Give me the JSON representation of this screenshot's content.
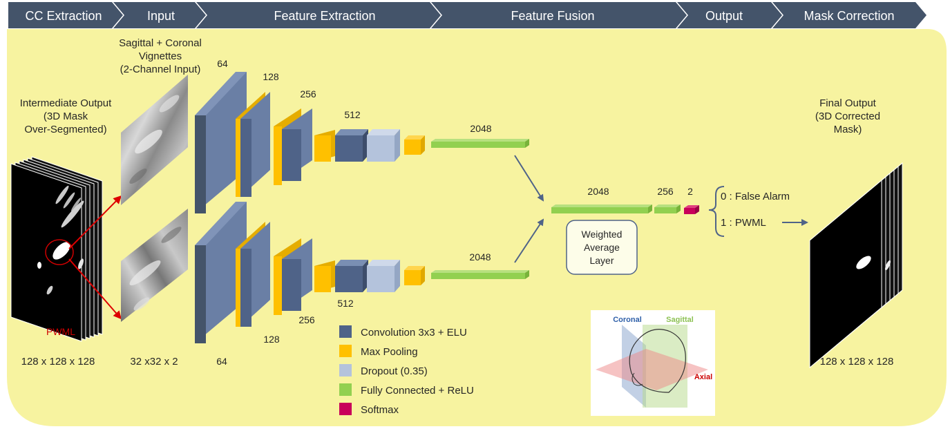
{
  "stages": [
    "CC Extraction",
    "Input",
    "Feature Extraction",
    "Feature Fusion",
    "Output",
    "Mask Correction"
  ],
  "labels": {
    "intermediate_output": [
      "Intermediate Output",
      "(3D Mask",
      "Over-Segmented)"
    ],
    "input_vignettes": [
      "Sagittal + Coronal",
      "Vignettes",
      "(2-Channel Input)"
    ],
    "pwml_marker": "PWML",
    "size_input_volume": "128 x 128 x 128",
    "size_vignette": "32 x32 x 2",
    "top_branch_sizes": [
      "64",
      "128",
      "256",
      "512",
      "2048"
    ],
    "bottom_branch_sizes": [
      "64",
      "128",
      "256",
      "512",
      "2048"
    ],
    "fusion_sizes": [
      "2048",
      "256",
      "2"
    ],
    "weighted_average_layer": [
      "Weighted",
      "Average",
      "Layer"
    ],
    "output_classes": [
      "0 : False Alarm",
      "1 : PWML"
    ],
    "final_output": [
      "Final Output",
      "(3D Corrected",
      "Mask)"
    ],
    "size_output_volume": "128 x 128 x 128"
  },
  "legend": [
    {
      "label": "Convolution 3x3 + ELU",
      "color": "#4f6388"
    },
    {
      "label": "Max Pooling",
      "color": "#ffc000"
    },
    {
      "label": "Dropout (0.35)",
      "color": "#b4c3dc"
    },
    {
      "label": "Fully Connected + ReLU",
      "color": "#92d050"
    },
    {
      "label": "Softmax",
      "color": "#c8005a"
    }
  ],
  "inset": {
    "coronal": "Coronal",
    "sagittal": "Sagittal",
    "axial": "Axial"
  },
  "colors": {
    "stage_bar": "#44546a",
    "panel": "#f7f3a0",
    "conv": "#4f6388",
    "pool": "#ffc000",
    "dropout": "#b4c3dc",
    "fc": "#92d050",
    "softmax": "#c8005a",
    "pwml_red": "#cc0000",
    "arrow": "#4f6388"
  }
}
